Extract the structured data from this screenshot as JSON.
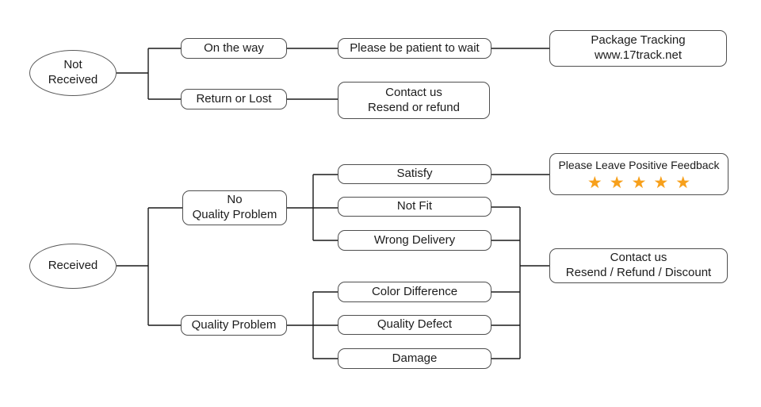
{
  "colors": {
    "star": "#F7A01B",
    "line": "#1a1a1a",
    "box_border": "#4f4f4f"
  },
  "nodes": {
    "not_received": {
      "label": "Not\nReceived"
    },
    "received": {
      "label": "Received"
    },
    "on_the_way": {
      "label": "On the way"
    },
    "return_or_lost": {
      "label": "Return or Lost"
    },
    "please_be_patient": {
      "label": "Please be patient to wait"
    },
    "package_tracking": {
      "label": "Package Tracking\nwww.17track.net"
    },
    "contact_resend_refund": {
      "label": "Contact us\nResend or refund"
    },
    "no_quality_problem": {
      "label": "No\nQuality Problem"
    },
    "quality_problem": {
      "label": "Quality Problem"
    },
    "satisfy": {
      "label": "Satisfy"
    },
    "not_fit": {
      "label": "Not Fit"
    },
    "wrong_delivery": {
      "label": "Wrong Delivery"
    },
    "color_difference": {
      "label": "Color Difference"
    },
    "quality_defect": {
      "label": "Quality Defect"
    },
    "damage": {
      "label": "Damage"
    },
    "feedback": {
      "title": "Please Leave Positive Feedback",
      "star_count": 5,
      "star_glyph": "★"
    },
    "contact_discount": {
      "label": "Contact us\nResend / Refund / Discount"
    }
  }
}
